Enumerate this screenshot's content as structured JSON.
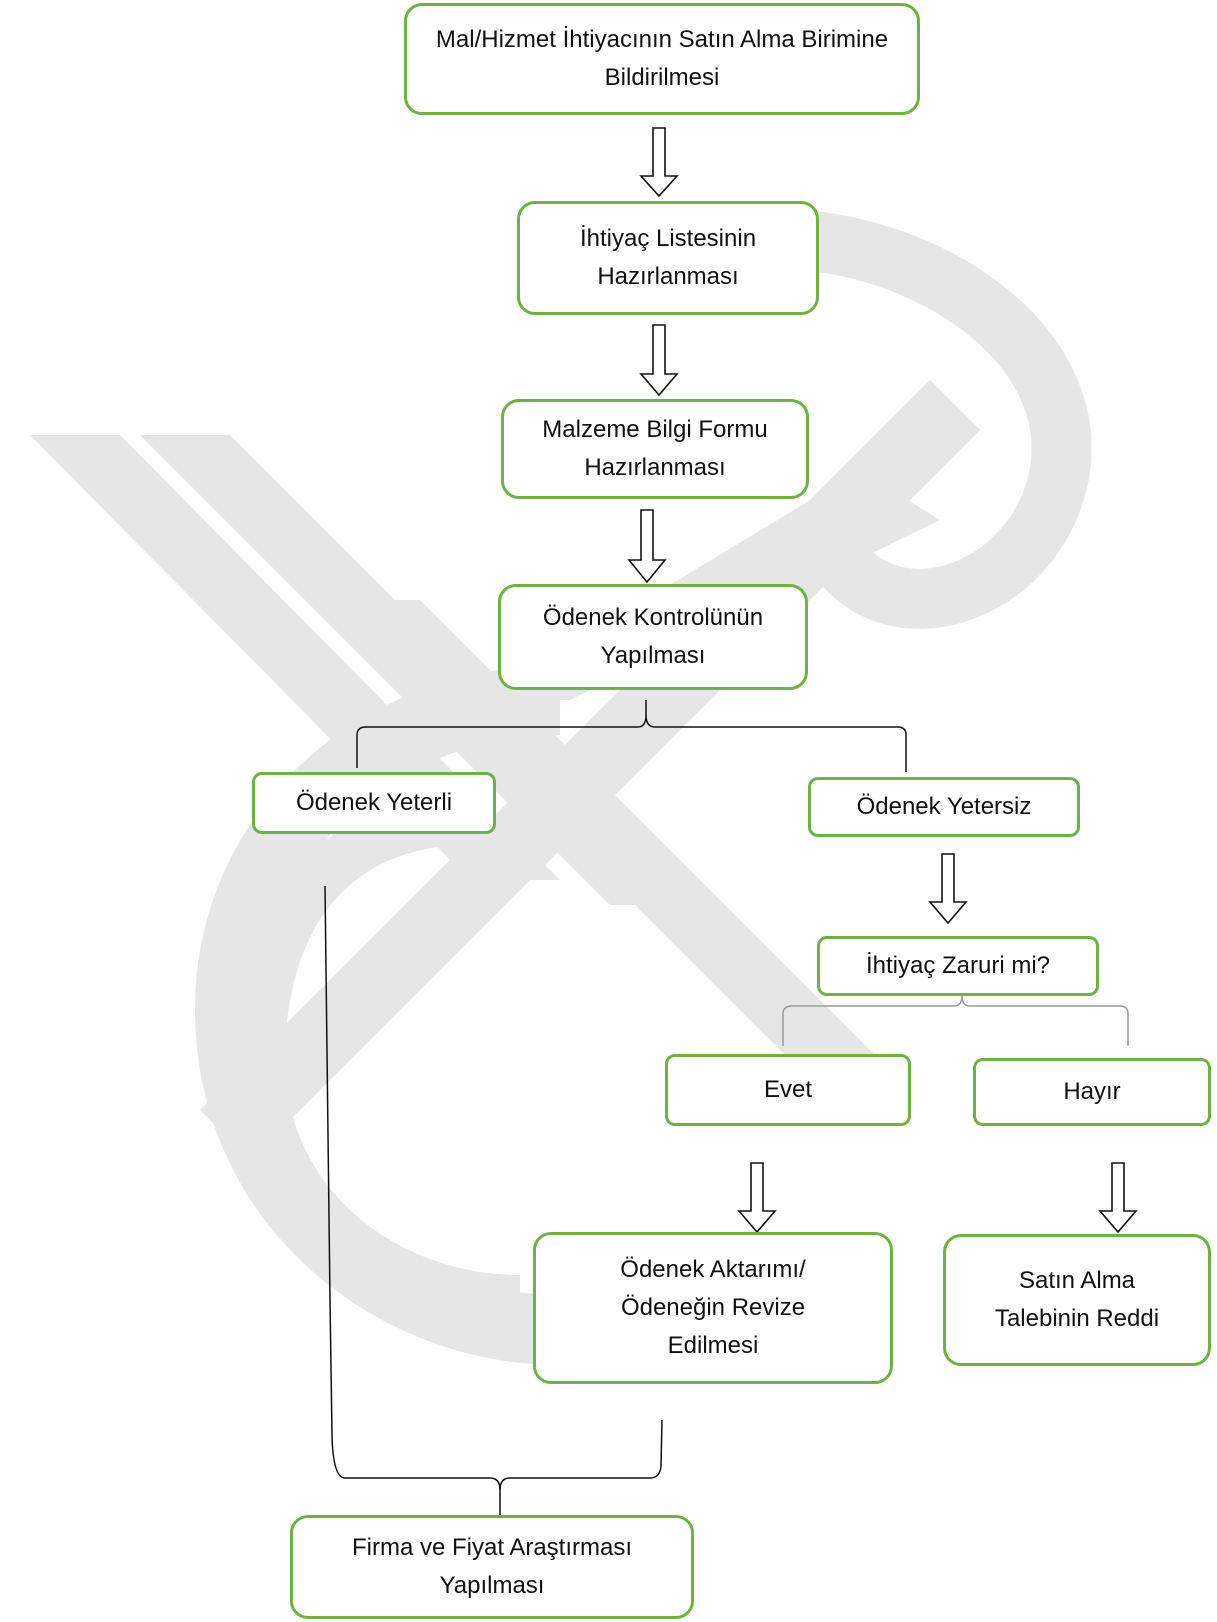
{
  "watermark": {
    "letters": "GCHS",
    "color": "#e6e6e6"
  },
  "colors": {
    "box_border": "#6cb33f",
    "arrow": "#111111",
    "connector": "#111111",
    "connector_light": "#9a9a9a"
  },
  "boxes": {
    "need_notification": "Mal/Hizmet İhtiyacının Satın Alma Birimine Bildirilmesi",
    "needs_list": "İhtiyaç Listesinin Hazırlanması",
    "material_form": "Malzeme Bilgi Formu Hazırlanması",
    "budget_check": "Ödenek Kontrolünün Yapılması",
    "budget_sufficient": "Ödenek Yeterli",
    "budget_insufficient": "Ödenek Yetersiz",
    "need_essential": "İhtiyaç Zaruri mi?",
    "yes": "Evet",
    "no": "Hayır",
    "budget_transfer": "Ödenek Aktarımı/Ödeneğin Revize Edilmesi",
    "request_rejected": "Satın Alma Talebinin Reddi",
    "vendor_research": "Firma ve Fiyat Araştırması Yapılması"
  }
}
